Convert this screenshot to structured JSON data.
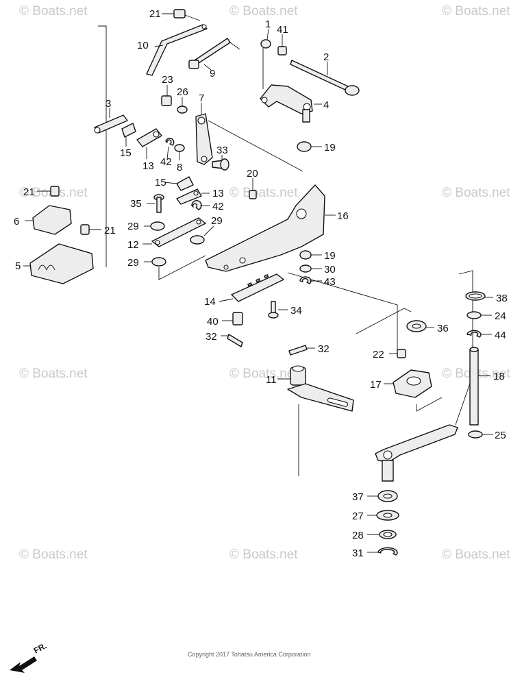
{
  "watermark": "© Boats.net",
  "copyright": "Copyright 2017 Tohatsu America Corporation",
  "direction_label": "FR.",
  "callouts": {
    "p1": "1",
    "p2": "2",
    "p3": "3",
    "p4": "4",
    "p5": "5",
    "p6": "6",
    "p7": "7",
    "p8": "8",
    "p9": "9",
    "p10": "10",
    "p11": "11",
    "p12": "12",
    "p13a": "13",
    "p13b": "13",
    "p14": "14",
    "p15a": "15",
    "p15b": "15",
    "p16": "16",
    "p17": "17",
    "p18": "18",
    "p19a": "19",
    "p19b": "19",
    "p20": "20",
    "p21a": "21",
    "p21b": "21",
    "p21c": "21",
    "p22": "22",
    "p23": "23",
    "p24": "24",
    "p25": "25",
    "p26": "26",
    "p27": "27",
    "p28": "28",
    "p29a": "29",
    "p29b": "29",
    "p29c": "29",
    "p30": "30",
    "p31": "31",
    "p32a": "32",
    "p32b": "32",
    "p33": "33",
    "p34": "34",
    "p35": "35",
    "p36": "36",
    "p37": "37",
    "p38": "38",
    "p40": "40",
    "p41": "41",
    "p42a": "42",
    "p42b": "42",
    "p43": "43",
    "p44": "44"
  }
}
